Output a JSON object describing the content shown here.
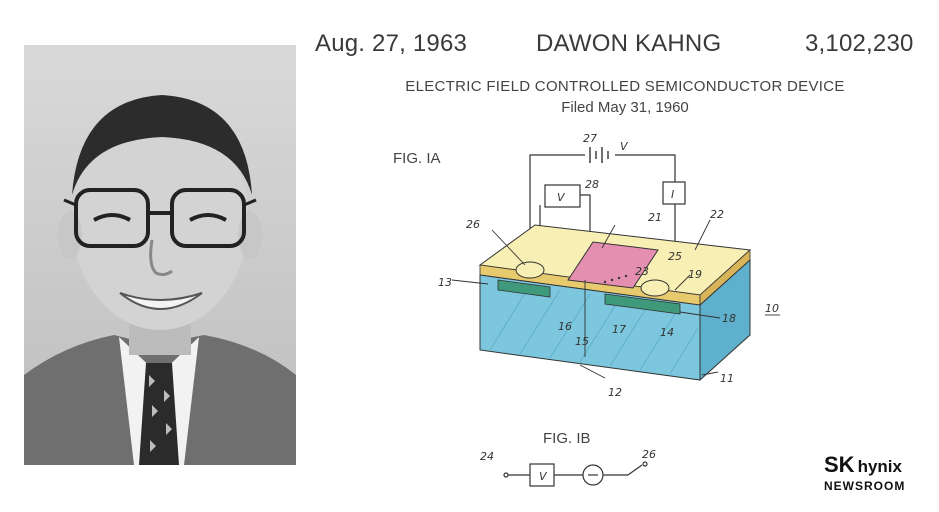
{
  "header": {
    "date": "Aug. 27, 1963",
    "inventor": "DAWON KAHNG",
    "patent_number": "3,102,230"
  },
  "title": {
    "line1": "ELECTRIC FIELD CONTROLLED SEMICONDUCTOR DEVICE",
    "line2": "Filed May 31, 1960"
  },
  "figures": {
    "fig_1a": "FIG. IA",
    "fig_1b": "FIG. IB"
  },
  "diagram_labels": {
    "l27": "27",
    "lV": "V",
    "l28": "28",
    "lVmeter": "V",
    "lI": "I",
    "l21": "21",
    "l22": "22",
    "l26": "26",
    "l23": "23",
    "l25": "25",
    "l19": "19",
    "l13": "13",
    "l16": "16",
    "l15": "15",
    "l17": "17",
    "l14": "14",
    "l18": "18",
    "l10": "10",
    "l12": "12",
    "l11": "11",
    "l24b": "24",
    "l26b": "26",
    "lVb": "V"
  },
  "colors": {
    "substrate": "#7cc6de",
    "top_face": "#f7efb4",
    "oxide_layer": "#e7c96e",
    "electrode_pad": "#e58fb0",
    "diffusion": "#3e9a7a"
  },
  "brand": {
    "sk": "SK",
    "hynix": "hynix",
    "newsroom": "NEWSROOM"
  }
}
